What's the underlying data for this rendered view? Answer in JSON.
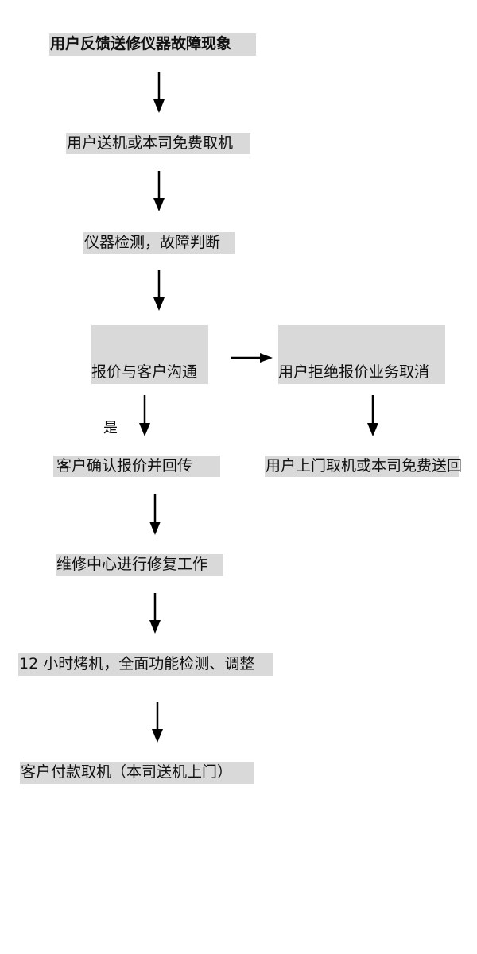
{
  "flowchart": {
    "steps": {
      "user_feedback": "用户反馈送修仪器故障现象",
      "send_or_pickup": "用户送机或本司免费取机",
      "inspection": "仪器检测，故障判断",
      "quote_communicate": "报价与客户沟通",
      "user_rejects": "用户拒绝报价业务取消",
      "customer_confirms": " 客户确认报价并回传",
      "return_device": "用户上门取机或本司免费送回",
      "repair_work": "维修中心进行修复工作",
      "burn_in_test": "12 小时烤机，全面功能检测、调整",
      "payment_pickup": "客户付款取机（本司送机上门）"
    },
    "labels": {
      "yes": "是"
    },
    "colors": {
      "box_fill": "#d9d9d9",
      "arrow": "#000000",
      "text": "#111111"
    }
  }
}
